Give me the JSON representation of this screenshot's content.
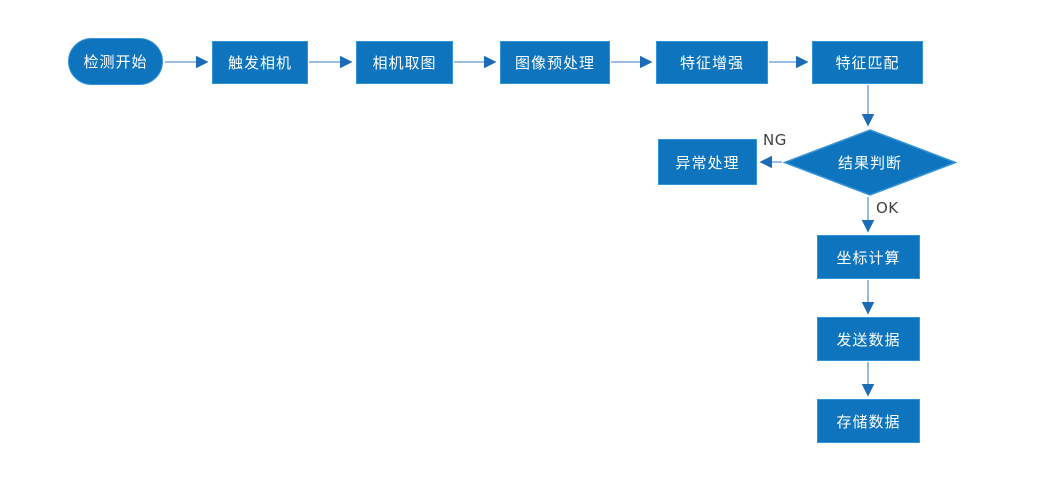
{
  "diagram": {
    "type": "flowchart",
    "title": "vision-inspection-process",
    "nodes": [
      {
        "id": "start",
        "label": "检测开始",
        "shape": "terminator"
      },
      {
        "id": "trigger-camera",
        "label": "触发相机",
        "shape": "process"
      },
      {
        "id": "camera-capture",
        "label": "相机取图",
        "shape": "process"
      },
      {
        "id": "image-preprocess",
        "label": "图像预处理",
        "shape": "process"
      },
      {
        "id": "feature-enhance",
        "label": "特征增强",
        "shape": "process"
      },
      {
        "id": "feature-match",
        "label": "特征匹配",
        "shape": "process"
      },
      {
        "id": "result-judge",
        "label": "结果判断",
        "shape": "decision"
      },
      {
        "id": "exception-handle",
        "label": "异常处理",
        "shape": "process"
      },
      {
        "id": "coordinate-calc",
        "label": "坐标计算",
        "shape": "process"
      },
      {
        "id": "send-data",
        "label": "发送数据",
        "shape": "process"
      },
      {
        "id": "store-data",
        "label": "存储数据",
        "shape": "process"
      }
    ],
    "edges": [
      {
        "from": "start",
        "to": "trigger-camera",
        "label": ""
      },
      {
        "from": "trigger-camera",
        "to": "camera-capture",
        "label": ""
      },
      {
        "from": "camera-capture",
        "to": "image-preprocess",
        "label": ""
      },
      {
        "from": "image-preprocess",
        "to": "feature-enhance",
        "label": ""
      },
      {
        "from": "feature-enhance",
        "to": "feature-match",
        "label": ""
      },
      {
        "from": "feature-match",
        "to": "result-judge",
        "label": ""
      },
      {
        "from": "result-judge",
        "to": "exception-handle",
        "label": "NG"
      },
      {
        "from": "result-judge",
        "to": "coordinate-calc",
        "label": "OK"
      },
      {
        "from": "coordinate-calc",
        "to": "send-data",
        "label": ""
      },
      {
        "from": "send-data",
        "to": "store-data",
        "label": ""
      }
    ],
    "edge_labels": {
      "ng": "NG",
      "ok": "OK"
    },
    "colors": {
      "node_fill": "#0e74bd",
      "node_border": "#3494d8",
      "edge_line": "#7ca9dc",
      "edge_arrow": "#1b6bb7",
      "node_text": "#ffffff",
      "edge_label_text": "#404040",
      "background": "#ffffff"
    }
  }
}
